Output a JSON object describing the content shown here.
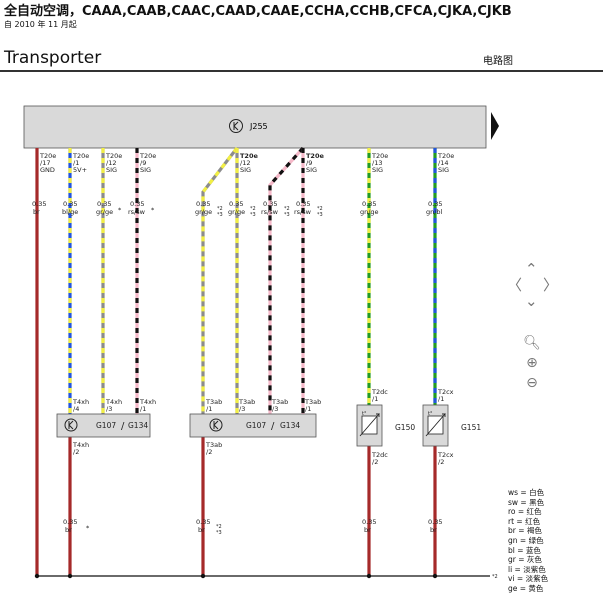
{
  "header": {
    "title": "全自动空调，CAAA,CAAB,CAAC,CAAD,CAAE,CCHA,CCHB,CFCA,CJKA,CJKB",
    "subtitle": "自 2010 年 11 月起"
  },
  "model": "Transporter",
  "doc_type": "电路图",
  "main_unit": {
    "id": "J255"
  },
  "pins": [
    {
      "id": "p17",
      "conn": "T20e",
      "pin": "/17",
      "sig": "GND"
    },
    {
      "id": "p1",
      "conn": "T20e",
      "pin": "/1",
      "sig": "5V+"
    },
    {
      "id": "p12a",
      "conn": "T20e",
      "pin": "/12",
      "sig": "SIG"
    },
    {
      "id": "p9a",
      "conn": "T20e",
      "pin": "/9",
      "sig": "SIG"
    },
    {
      "id": "p12b",
      "conn": "T20e",
      "pin": "/12",
      "sig": "SIG"
    },
    {
      "id": "p9b",
      "conn": "T20e",
      "pin": "/9",
      "sig": "SIG"
    },
    {
      "id": "p13",
      "conn": "T20e",
      "pin": "/13",
      "sig": "SIG"
    },
    {
      "id": "p14",
      "conn": "T20e",
      "pin": "/14",
      "sig": "SIG"
    }
  ],
  "wires": [
    {
      "size": "0.35",
      "color": "br"
    },
    {
      "size": "0.35",
      "color": "bl/ge"
    },
    {
      "size": "0.35",
      "color": "gr/ge"
    },
    {
      "size": "0.35",
      "color": "rs/sw"
    },
    {
      "size": "0.35",
      "color": "gr/ge"
    },
    {
      "size": "0.35",
      "color": "gr/ge"
    },
    {
      "size": "0.35",
      "color": "rs/sw"
    },
    {
      "size": "0.35",
      "color": "rs/sw"
    },
    {
      "size": "0.35",
      "color": "gn/ge"
    },
    {
      "size": "0.35",
      "color": "gn/bl"
    }
  ],
  "ground_wires": [
    {
      "size": "0.35",
      "color": "br"
    },
    {
      "size": "0.35",
      "color": "br"
    },
    {
      "size": "0.35",
      "color": "br"
    },
    {
      "size": "0.35",
      "color": "br"
    }
  ],
  "conn_labels": {
    "t4xh_4": "T4xh",
    "t4xh_4p": "/4",
    "t4xh_3": "T4xh",
    "t4xh_3p": "/3",
    "t4xh_1": "T4xh",
    "t4xh_1p": "/1",
    "t4xh_2": "T4xh",
    "t4xh_2p": "/2",
    "t3ab_1": "T3ab",
    "t3ab_1p": "/1",
    "t3ab_3": "T3ab",
    "t3ab_3p": "/3",
    "t3ab_3b": "T3ab",
    "t3ab_3bp": "/3",
    "t3ab_1b": "T3ab",
    "t3ab_1bp": "/1",
    "t3ab_2": "T3ab",
    "t3ab_2p": "/2",
    "t2dc_1": "T2dc",
    "t2dc_1p": "/1",
    "t2dc_2": "T2dc",
    "t2dc_2p": "/2",
    "t2cx_1": "T2cx",
    "t2cx_1p": "/1",
    "t2cx_2": "T2cx",
    "t2cx_2p": "/2"
  },
  "refs": {
    "a": "*2",
    "b": "*3",
    "c": "*",
    "gnd": "*2"
  },
  "components": {
    "g107a": "G107",
    "g134a": "G134",
    "slash": "/",
    "g107b": "G107",
    "g134b": "G134",
    "g150": "G150",
    "g151": "G151",
    "sensor_t": "t°"
  },
  "colors": {
    "br": "#a52a2a",
    "bl": "#2255dd",
    "ge": "#f2ef44",
    "gr": "#8c8c8c",
    "rs": "#f4b8c8",
    "sw": "#111111",
    "gn": "#239b23",
    "unit_bg": "#d9d9d9"
  },
  "icons": {
    "nav_up": "⌃",
    "nav_down": "⌄",
    "nav_left": "〈",
    "nav_right": "〉",
    "zoom_fit": "🔍︎",
    "zoom_in": "⊕",
    "zoom_out": "⊖"
  },
  "legend": [
    "ws = 白色",
    "sw = 黑色",
    "ro = 红色",
    "rt = 红色",
    "br = 褐色",
    "gn = 绿色",
    "bl = 蓝色",
    "gr = 灰色",
    "li = 淡紫色",
    "vi = 淡紫色",
    "ge = 黄色"
  ]
}
